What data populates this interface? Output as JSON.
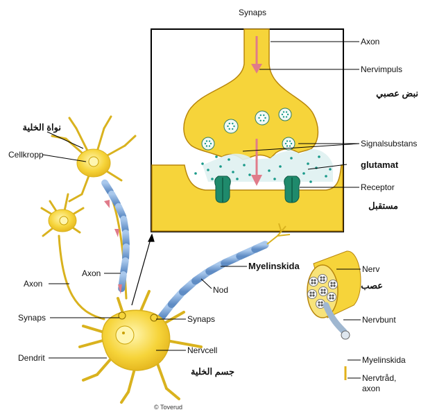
{
  "labels": {
    "synaps_top": "Synaps",
    "axon_top": "Axon",
    "nervimpuls": "Nervimpuls",
    "nervimpuls_ar": "نبض عصبي",
    "signalsubstans": "Signalsubstans",
    "glutamat": "glutamat",
    "receptor": "Receptor",
    "receptor_ar": "مستقبل",
    "cellkropp": "Cellkropp",
    "nucleus_ar": "نواة الخلية",
    "axon_left": "Axon",
    "axon_mid": "Axon",
    "synaps_left": "Synaps",
    "synaps_right": "Synaps",
    "dendrit": "Dendrit",
    "myelinskida_mid": "Myelinskida",
    "nod": "Nod",
    "nervcell": "Nervcell",
    "cellbody_ar": "جسم الخلية",
    "nerv": "Nerv",
    "nerv_ar": "عصب",
    "nervbunt": "Nervbunt",
    "myelinskida_right": "Myelinskida",
    "nervtrad_line1": "Nervtråd,",
    "nervtrad_line2": "axon",
    "credit": "© Toverud"
  },
  "colors": {
    "cell_yellow": "#f6d43a",
    "cell_outline": "#b8860b",
    "myelin_blue": "#7ea7d6",
    "receptor_green": "#1f8a6c",
    "vesicle_dot": "#1a9a8a",
    "arrow_pink": "#e07b8a",
    "cleft_blue": "#d8eef0"
  }
}
